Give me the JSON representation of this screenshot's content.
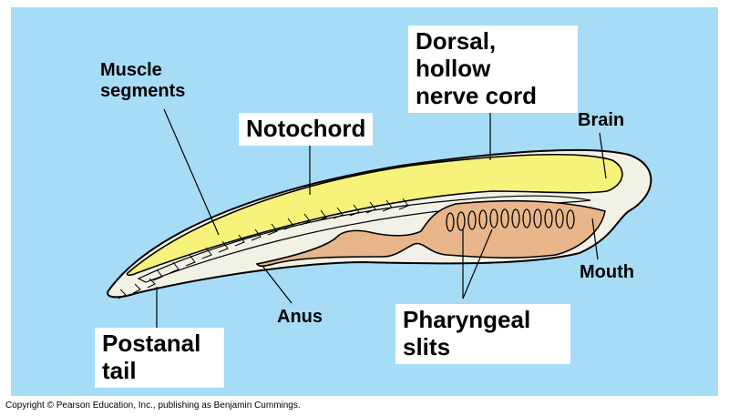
{
  "labels": {
    "muscle_segments": "Muscle\nsegments",
    "notochord": "Notochord",
    "dorsal_nerve_cord": "Dorsal,\nhollow\nnerve cord",
    "brain": "Brain",
    "mouth": "Mouth",
    "anus": "Anus",
    "pharyngeal_slits": "Pharyngeal\nslits",
    "postanal_tail": "Postanal\ntail"
  },
  "copyright": "Copyright © Pearson Education, Inc., publishing as Benjamin Cummings.",
  "colors": {
    "background": "#a6dcf6",
    "body": "#f2f1e6",
    "nerve_cord": "#f6f27a",
    "pharynx": "#e8b68a",
    "label_box": "#ffffff"
  }
}
